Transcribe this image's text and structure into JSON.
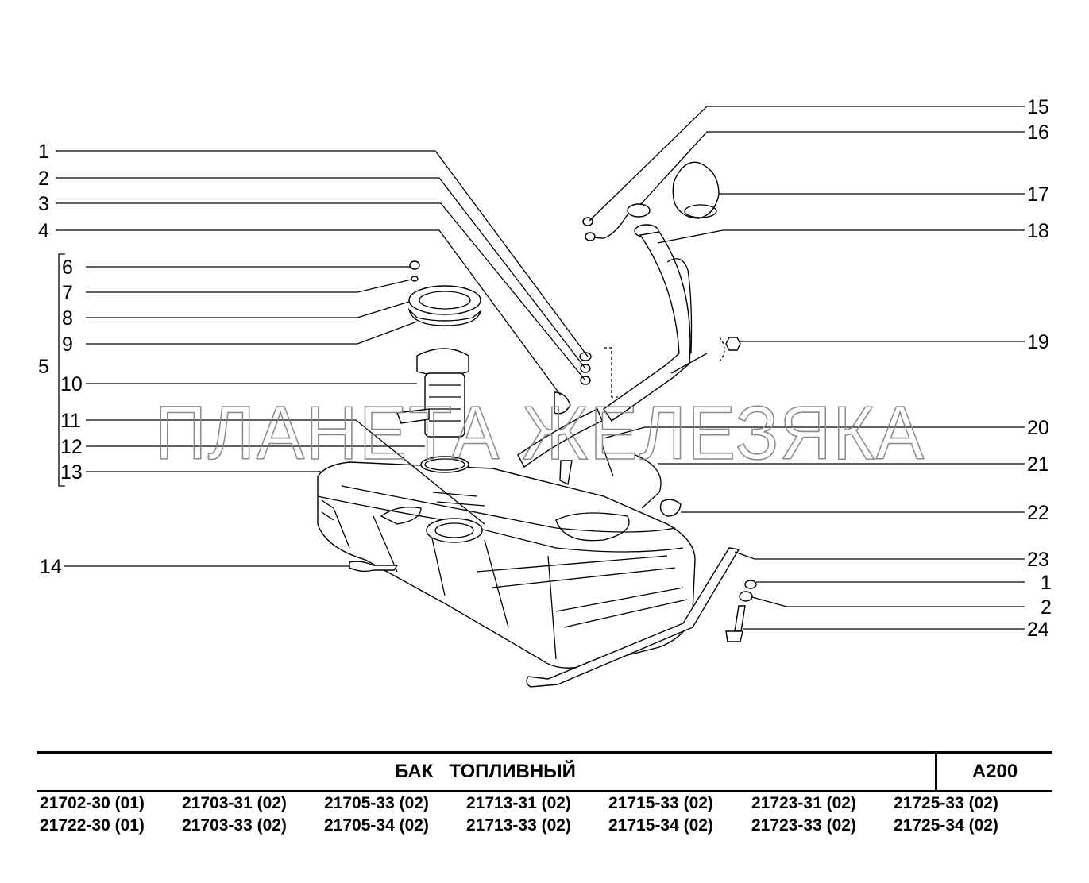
{
  "watermark": "ПЛАНЕТА ЖЕЛЕЗЯКА",
  "callouts": {
    "left": [
      "1",
      "2",
      "3",
      "4",
      "6",
      "7",
      "8",
      "9",
      "10",
      "11",
      "12",
      "13",
      "14"
    ],
    "group": "5",
    "right": [
      "15",
      "16",
      "17",
      "18",
      "19",
      "20",
      "21",
      "22",
      "23",
      "1",
      "2",
      "24"
    ]
  },
  "title": "БАК   ТОПЛИВНЫЙ",
  "sheet_code": "A200",
  "models": [
    [
      "21702-30 (01)",
      "21703-31 (02)",
      "21705-33 (02)",
      "21713-31 (02)",
      "21715-33 (02)",
      "21723-31 (02)",
      "21725-33 (02)"
    ],
    [
      "21722-30 (01)",
      "21703-33 (02)",
      "21705-34 (02)",
      "21713-33 (02)",
      "21715-34 (02)",
      "21723-33 (02)",
      "21725-34 (02)"
    ]
  ]
}
